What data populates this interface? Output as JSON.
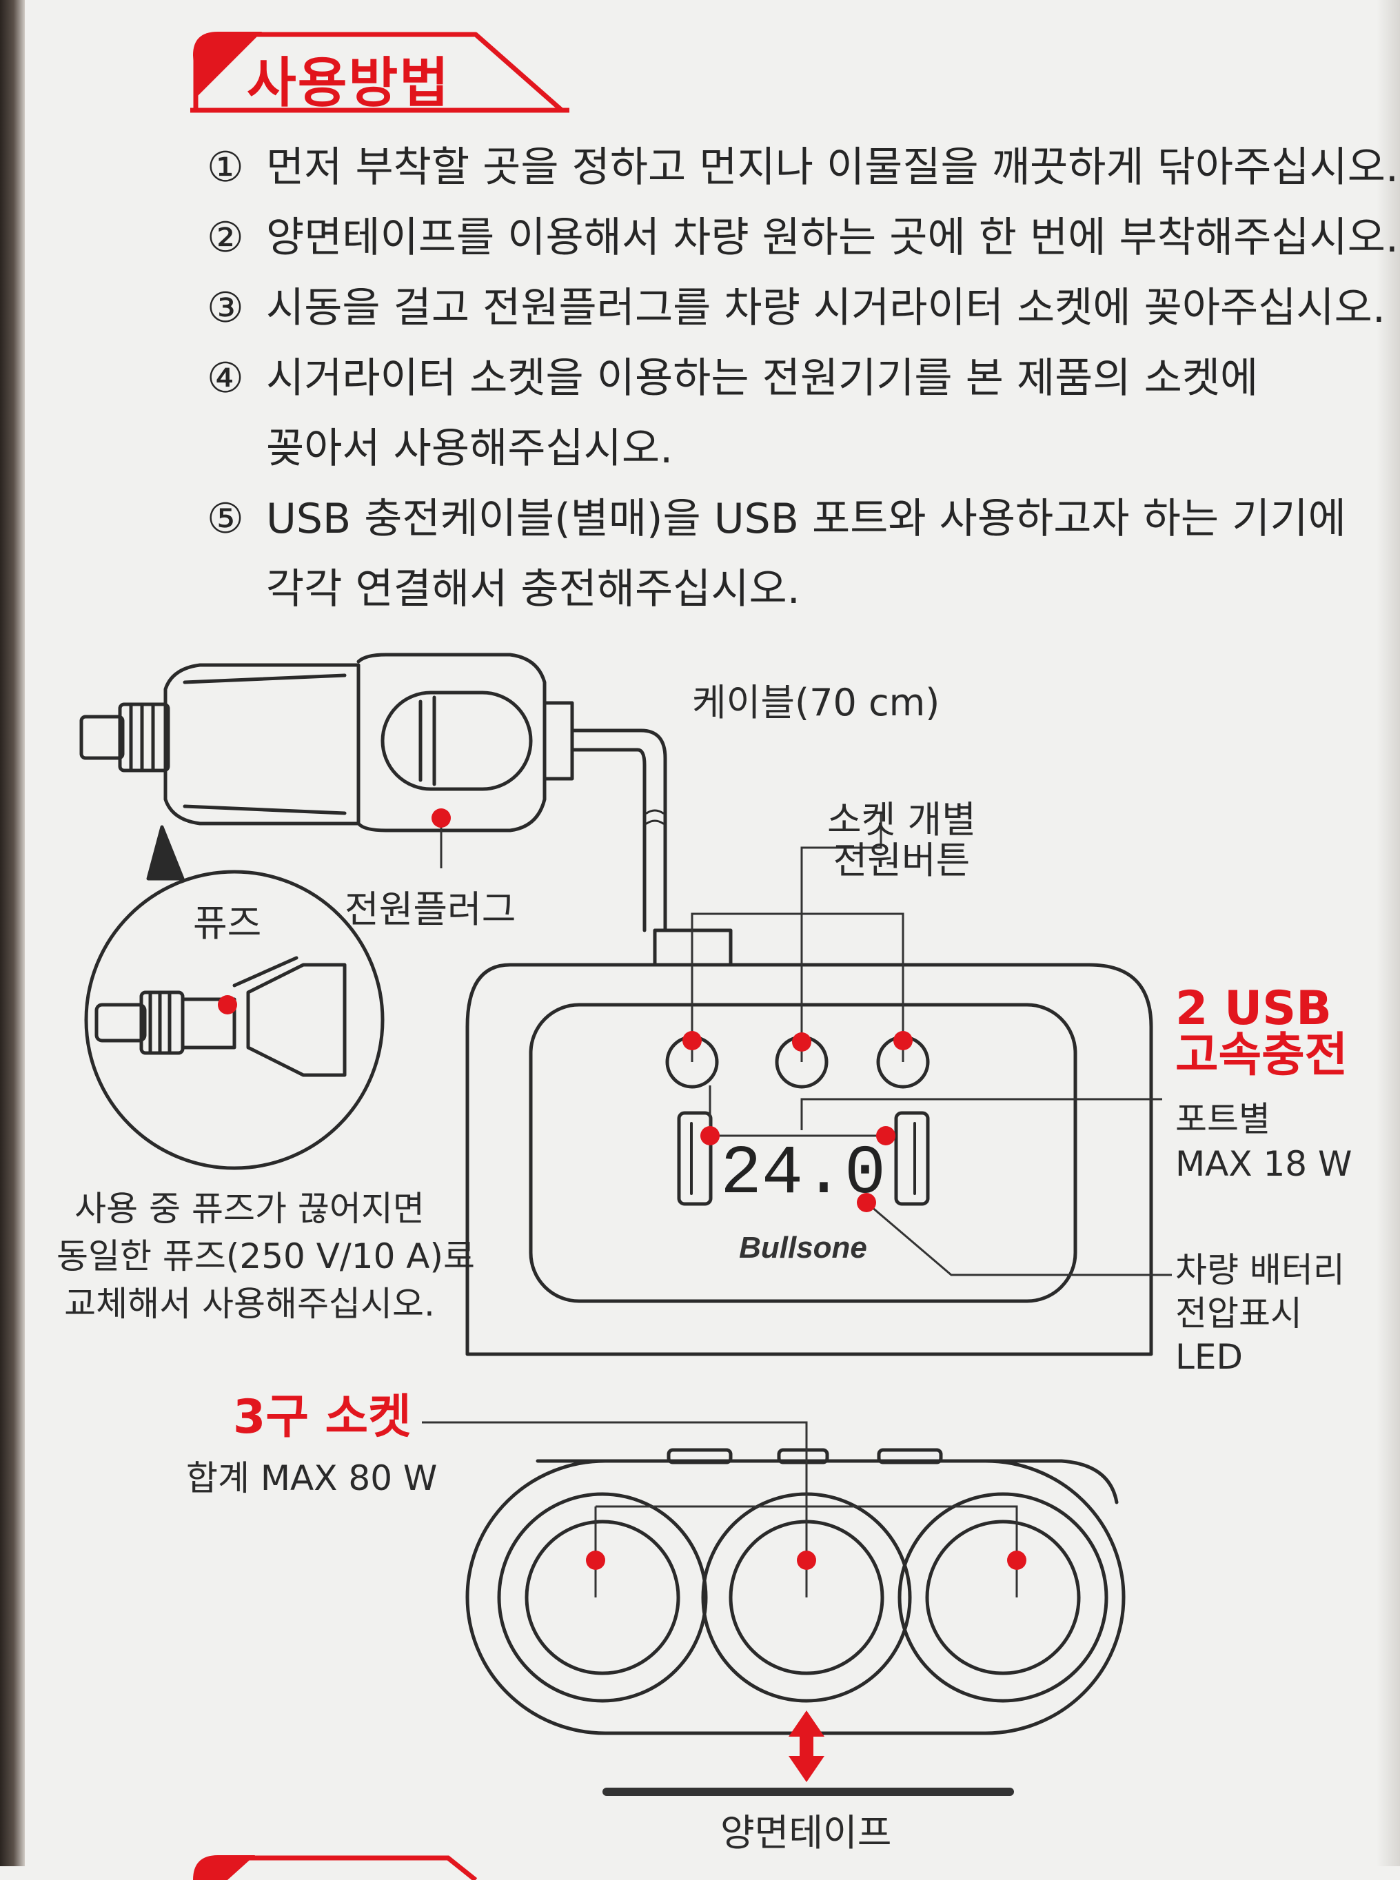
{
  "colors": {
    "accent": "#e2161e",
    "ink": "#2a2a2a",
    "paper": "#f1f1ef"
  },
  "title": "사용방법",
  "steps": [
    {
      "num": "①",
      "lines": [
        "먼저 부착할 곳을 정하고 먼지나 이물질을 깨끗하게 닦아주십시오."
      ]
    },
    {
      "num": "②",
      "lines": [
        "양면테이프를 이용해서 차량 원하는 곳에 한 번에 부착해주십시오."
      ]
    },
    {
      "num": "③",
      "lines": [
        "시동을 걸고 전원플러그를 차량 시거라이터 소켓에 꽂아주십시오."
      ]
    },
    {
      "num": "④",
      "lines": [
        "시거라이터 소켓을 이용하는 전원기기를 본 제품의 소켓에",
        "꽂아서 사용해주십시오."
      ]
    },
    {
      "num": "⑤",
      "lines": [
        "USB 충전케이블(별매)을 USB 포트와 사용하고자 하는 기기에",
        "각각 연결해서 충전해주십시오."
      ]
    }
  ],
  "diagram": {
    "cable_label": "케이블(70 cm)",
    "switch_label": [
      "소켓 개별",
      "전원버튼"
    ],
    "plug_label": "전원플러그",
    "fuse_label": "퓨즈",
    "fuse_note": [
      "사용 중 퓨즈가 끊어지면",
      "동일한 퓨즈(250 V/10 A)로",
      "교체해서 사용해주십시오."
    ],
    "usb_heading": [
      "2 USB",
      "고속충전"
    ],
    "usb_spec": [
      "포트별",
      "MAX 18 W"
    ],
    "voltage_label": [
      "차량 배터리",
      "전압표시",
      "LED"
    ],
    "display_value": "24.0",
    "brand": "Bullsone",
    "socket_heading": "3구 소켓",
    "socket_spec": "합계 MAX 80 W",
    "tape_label": "양면테이프"
  }
}
